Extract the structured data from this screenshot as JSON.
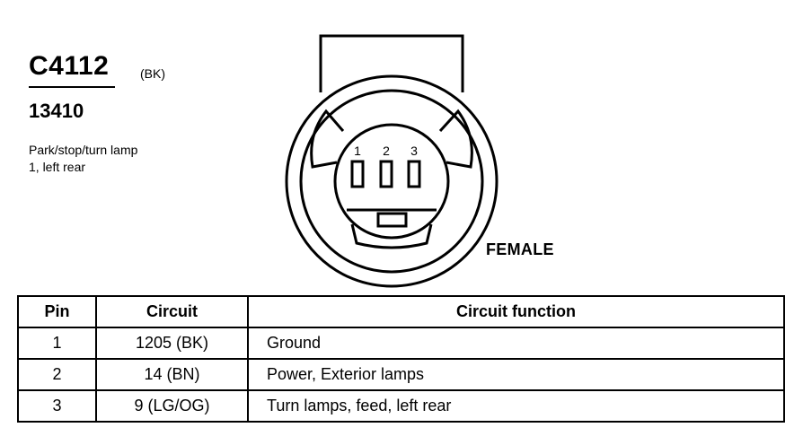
{
  "connector": {
    "id": "C4112",
    "color_code": "(BK)",
    "part_number": "13410",
    "description_lines": [
      "Park/stop/turn lamp",
      "1, left rear"
    ],
    "gender": "FEMALE",
    "terminal_numbers": [
      "1",
      "2",
      "3"
    ]
  },
  "table": {
    "headers": {
      "pin": "Pin",
      "circuit": "Circuit",
      "function": "Circuit function"
    },
    "rows": [
      {
        "pin": "1",
        "circuit": "1205 (BK)",
        "function": "Ground"
      },
      {
        "pin": "2",
        "circuit": "14 (BN)",
        "function": "Power, Exterior lamps"
      },
      {
        "pin": "3",
        "circuit": "9 (LG/OG)",
        "function": "Turn lamps, feed, left rear"
      }
    ]
  }
}
